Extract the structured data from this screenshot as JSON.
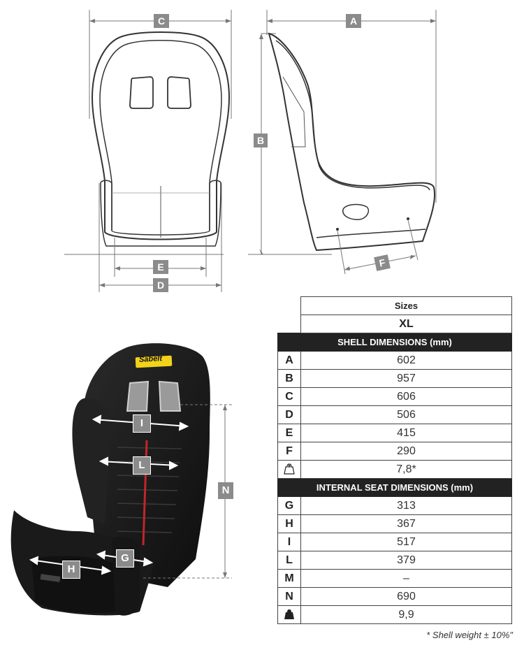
{
  "diagram_labels": {
    "a": "A",
    "b": "B",
    "c": "C",
    "d": "D",
    "e": "E",
    "f": "F",
    "g": "G",
    "h": "H",
    "i": "I",
    "l": "L",
    "n": "N"
  },
  "brand": "Sabelt",
  "table": {
    "header_sizes": "Sizes",
    "header_size_value": "XL",
    "section_shell": "SHELL DIMENSIONS (mm)",
    "section_internal": "INTERNAL SEAT DIMENSIONS (mm)",
    "shell_rows": [
      {
        "key": "A",
        "value": "602"
      },
      {
        "key": "B",
        "value": "957"
      },
      {
        "key": "C",
        "value": "606"
      },
      {
        "key": "D",
        "value": "506"
      },
      {
        "key": "E",
        "value": "415"
      },
      {
        "key": "F",
        "value": "290"
      },
      {
        "key_icon": "weight-outline-icon",
        "value": "7,8*"
      }
    ],
    "internal_rows": [
      {
        "key": "G",
        "value": "313"
      },
      {
        "key": "H",
        "value": "367"
      },
      {
        "key": "I",
        "value": "517"
      },
      {
        "key": "L",
        "value": "379"
      },
      {
        "key": "M",
        "value": "–"
      },
      {
        "key": "N",
        "value": "690"
      },
      {
        "key_icon": "weight-filled-icon",
        "value": "9,9"
      }
    ]
  },
  "footnote": "* Shell weight ± 10%\"",
  "colors": {
    "badge": "#8b8b8b",
    "section_bg": "#222222",
    "seat_stripe": "#c0262b",
    "logo_yellow": "#f2d21a"
  }
}
